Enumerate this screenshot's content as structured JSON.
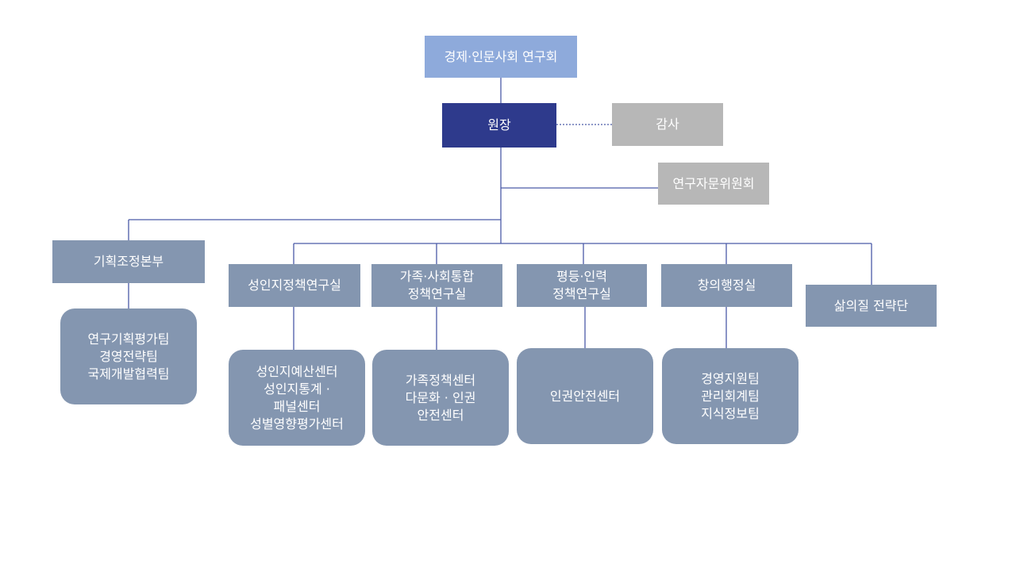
{
  "org_chart": {
    "root": {
      "label": "경제·인문사회 연구회"
    },
    "director": {
      "label": "원장"
    },
    "audit": {
      "label": "감사"
    },
    "advisory": {
      "label": "연구자문위원회"
    },
    "departments": [
      {
        "id": "planning",
        "lines": [
          "기획조정본부"
        ],
        "sub_units": [
          "연구기획평가팀",
          "경영전략팀",
          "국제개발협력팀"
        ]
      },
      {
        "id": "gender",
        "lines": [
          "성인지정책연구실"
        ],
        "sub_units": [
          "성인지예산센터",
          "성인지통계 ·",
          "패널센터",
          "성별영향평가센터"
        ]
      },
      {
        "id": "family",
        "lines": [
          "가족·사회통합",
          "정책연구실"
        ],
        "sub_units": [
          "가족정책센터",
          "다문화 · 인권",
          "안전센터"
        ]
      },
      {
        "id": "equality",
        "lines": [
          "평등·인력",
          "정책연구실"
        ],
        "sub_units": [
          "인권안전센터"
        ]
      },
      {
        "id": "innovation",
        "lines": [
          "창의행정실"
        ],
        "sub_units": [
          "경영지원팀",
          "관리회계팀",
          "지식정보팀"
        ]
      },
      {
        "id": "quality",
        "lines": [
          "삶의질 전략단"
        ],
        "sub_units": []
      }
    ]
  },
  "colors": {
    "root": "#8eaadb",
    "director": "#2e3a8c",
    "staff": "#b7b7b7",
    "department": "#8496b0",
    "connector": "#4a5aa8"
  }
}
